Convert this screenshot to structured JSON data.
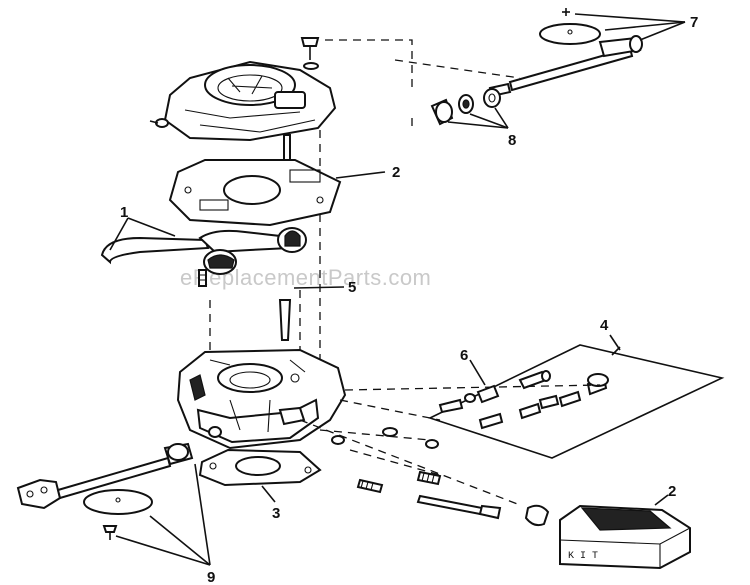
{
  "watermark": "eReplacementParts.com",
  "callouts": {
    "c1": "1",
    "c2a": "2",
    "c2b": "2",
    "c3": "3",
    "c4": "4",
    "c5": "5",
    "c6": "6",
    "c7": "7",
    "c8": "8",
    "c9": "9"
  },
  "kit_box_label": "K I T"
}
